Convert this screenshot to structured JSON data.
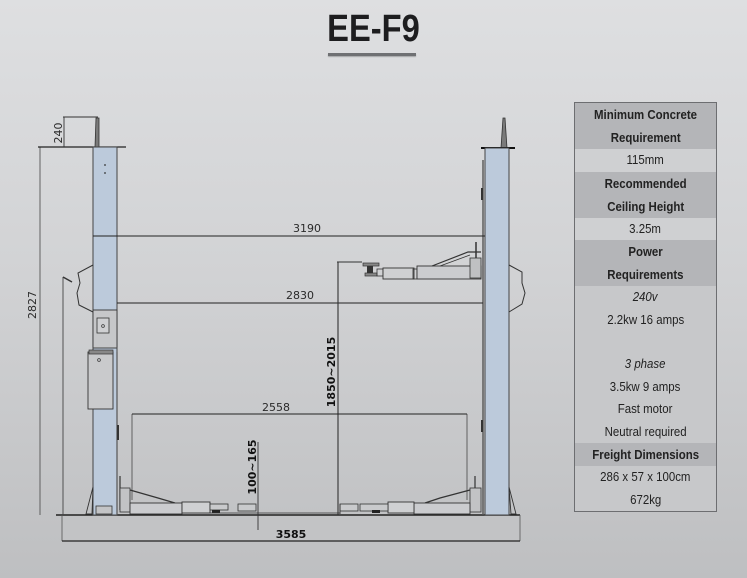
{
  "title": "EE-F9",
  "diagram": {
    "dimensions": {
      "column_top_extension": "240",
      "overall_height": "2827",
      "width_outer": "3190",
      "width_inner": "2830",
      "drive_through": "2558",
      "lift_height_range": "1850~2015",
      "pad_height_range": "100~165",
      "overall_width": "3585"
    },
    "colors": {
      "column_fill": "#bccadb",
      "line": "#2b2b2b"
    }
  },
  "specs": {
    "sections": [
      {
        "heading": [
          "Minimum Concrete",
          "Requirement"
        ],
        "values": [
          {
            "text": "115mm",
            "italic": false
          }
        ]
      },
      {
        "heading": [
          "Recommended",
          "Ceiling Height"
        ],
        "values": [
          {
            "text": "3.25m",
            "italic": false
          }
        ]
      },
      {
        "heading": [
          "Power",
          "Requirements"
        ],
        "values": [
          {
            "text": "240v",
            "italic": true
          },
          {
            "text": "2.2kw 16 amps",
            "italic": false
          },
          {
            "text": "",
            "gap": true
          },
          {
            "text": "3 phase",
            "italic": true
          },
          {
            "text": "3.5kw 9 amps",
            "italic": false
          },
          {
            "text": "Fast motor",
            "italic": false
          },
          {
            "text": "Neutral required",
            "italic": false
          }
        ]
      },
      {
        "heading": [
          "Freight Dimensions"
        ],
        "values": [
          {
            "text": "286 x 57 x 100cm",
            "italic": false
          },
          {
            "text": "672kg",
            "italic": false
          }
        ]
      }
    ]
  }
}
